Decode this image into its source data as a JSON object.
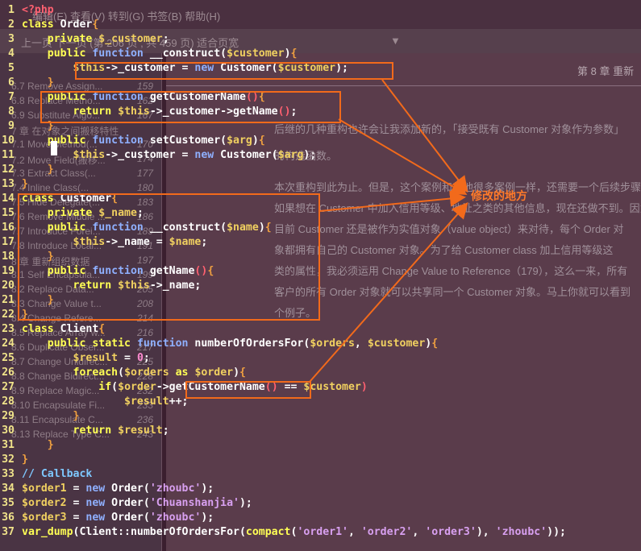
{
  "background_viewer": {
    "menu": "编辑(E)  查看(V)  转到(G)  书签(B)  帮助(H)",
    "toolbar": "上一页  下一页    (第 206 页 , 共 459 页)    适合页宽",
    "chapter_header": "第 8 章  重新",
    "sidebar_items": [
      {
        "label": "6.7 Remove Assign...",
        "page": "159"
      },
      {
        "label": "6.8 Replace Metho...",
        "page": "162"
      },
      {
        "label": "6.9 Substitute Algo...",
        "page": "167"
      },
      {
        "label": "7 章 在对象之间搬移特性",
        "page": ""
      },
      {
        "label": "7.1 Move Method(...",
        "page": "170"
      },
      {
        "label": "7.2 Move Field(搬移...",
        "page": "174"
      },
      {
        "label": "7.3 Extract Class(...",
        "page": "177"
      },
      {
        "label": "7.4 Inline Class(...",
        "page": "180"
      },
      {
        "label": "7.5 Hide Delegate(...",
        "page": "183"
      },
      {
        "label": "7.6 Remove Middle ...",
        "page": "186"
      },
      {
        "label": "7.7 Introduce Forei...",
        "page": "189"
      },
      {
        "label": "7.8 Introduce Local...",
        "page": "191"
      },
      {
        "label": "8 章 重新组织数据",
        "page": "197"
      },
      {
        "label": "8.1 Self Encapsula...",
        "page": "199"
      },
      {
        "label": "8.2 Replace Data...",
        "page": "205"
      },
      {
        "label": "8.3 Change Value t...",
        "page": "208"
      },
      {
        "label": "8.4 Change Refere...",
        "page": "214"
      },
      {
        "label": "8.5 Replace Array w...",
        "page": "216"
      },
      {
        "label": "8.6 Duplicate Obser...",
        "page": "217"
      },
      {
        "label": "8.7 Change Unidirec...",
        "page": "225"
      },
      {
        "label": "8.8 Change Bidirect...",
        "page": "228"
      },
      {
        "label": "8.9 Replace Magic...",
        "page": "232"
      },
      {
        "label": "8.10 Encapsulate Fi...",
        "page": "233"
      },
      {
        "label": "8.11 Encapsulate C...",
        "page": "236"
      },
      {
        "label": "8.13 Replace Type C...",
        "page": "243"
      }
    ],
    "page_lines": [
      "后继的几种重构也许会让我添加新的，「接受既有 Customer 对象作为参数」",
      "的构造函数。",
      "本次重构到此为止。但是，这个案例和其他很多案例一样，还需要一个后续步骤。",
      "如果想在 Customer 中加入信用等级、地址之类的其他信息，现在还做不到。因为",
      "目前 Customer 还是被作为实值对象（value object）来对待，每个 Order 对",
      "象都拥有自己的 Customer 对象。为了给 Customer class 加上信用等级这",
      "类的属性，我必须运用 Change Value to Reference（179），这么一来，所有",
      "客户的所有 Order 对象就可以共享同一个 Customer 对象。马上你就可以看到",
      "个例子。"
    ]
  },
  "annotation": {
    "label": "修改的地方",
    "color": "#f26a1b"
  },
  "code_lines": [
    {
      "n": "1",
      "tokens": [
        [
          "o",
          "<?php"
        ]
      ]
    },
    {
      "n": "2",
      "tokens": [
        [
          "k",
          "class"
        ],
        [
          "t",
          " Order"
        ],
        [
          "b",
          "{"
        ]
      ]
    },
    {
      "n": "3",
      "tokens": [
        [
          "t",
          "    "
        ],
        [
          "k",
          "private"
        ],
        [
          "t",
          " "
        ],
        [
          "v",
          "$_customer"
        ],
        [
          "t",
          ";"
        ]
      ]
    },
    {
      "n": "4",
      "tokens": [
        [
          "t",
          "    "
        ],
        [
          "k",
          "public"
        ],
        [
          "t",
          " "
        ],
        [
          "fn",
          "function"
        ],
        [
          "t",
          " __construct("
        ],
        [
          "v",
          "$customer"
        ],
        [
          "t",
          ")"
        ],
        [
          "b",
          "{"
        ]
      ]
    },
    {
      "n": "5",
      "tokens": [
        [
          "t",
          "        "
        ],
        [
          "v",
          "$this"
        ],
        [
          "t",
          "->_customer = "
        ],
        [
          "fn",
          "new"
        ],
        [
          "t",
          " Customer("
        ],
        [
          "v",
          "$customer"
        ],
        [
          "t",
          ");"
        ]
      ]
    },
    {
      "n": "6",
      "tokens": [
        [
          "t",
          "    "
        ],
        [
          "b",
          "}"
        ]
      ]
    },
    {
      "n": "7",
      "tokens": [
        [
          "t",
          "    "
        ],
        [
          "k",
          "public"
        ],
        [
          "t",
          " "
        ],
        [
          "fn",
          "function"
        ],
        [
          "t",
          " getCustomerName"
        ],
        [
          "o",
          "()"
        ],
        [
          "b",
          "{"
        ]
      ]
    },
    {
      "n": "8",
      "tokens": [
        [
          "t",
          "        "
        ],
        [
          "k",
          "return"
        ],
        [
          "t",
          " "
        ],
        [
          "v",
          "$this"
        ],
        [
          "t",
          "->_customer->getName"
        ],
        [
          "o",
          "()"
        ],
        [
          "t",
          ";"
        ]
      ]
    },
    {
      "n": "9",
      "tokens": [
        [
          "t",
          "    "
        ],
        [
          "b",
          "}"
        ]
      ]
    },
    {
      "n": "10",
      "tokens": [
        [
          "t",
          "    "
        ],
        [
          "k",
          "public"
        ],
        [
          "t",
          " "
        ],
        [
          "fn",
          "function"
        ],
        [
          "t",
          " setCustomer("
        ],
        [
          "v",
          "$arg"
        ],
        [
          "t",
          ")"
        ],
        [
          "b",
          "{"
        ]
      ]
    },
    {
      "n": "11",
      "tokens": [
        [
          "t",
          "        "
        ],
        [
          "v",
          "$this"
        ],
        [
          "t",
          "->_customer = "
        ],
        [
          "fn",
          "new"
        ],
        [
          "t",
          " Customer("
        ],
        [
          "v",
          "$arg"
        ],
        [
          "t",
          ");"
        ]
      ]
    },
    {
      "n": "12",
      "tokens": [
        [
          "t",
          "    "
        ],
        [
          "b",
          "}"
        ]
      ]
    },
    {
      "n": "13",
      "tokens": [
        [
          "b",
          "}"
        ]
      ]
    },
    {
      "n": "14",
      "tokens": [
        [
          "k",
          "class"
        ],
        [
          "t",
          " Customer"
        ],
        [
          "b",
          "{"
        ]
      ]
    },
    {
      "n": "15",
      "tokens": [
        [
          "t",
          "    "
        ],
        [
          "k",
          "private"
        ],
        [
          "t",
          " "
        ],
        [
          "v",
          "$_name"
        ],
        [
          "t",
          ";"
        ]
      ]
    },
    {
      "n": "16",
      "tokens": [
        [
          "t",
          "    "
        ],
        [
          "k",
          "public"
        ],
        [
          "t",
          " "
        ],
        [
          "fn",
          "function"
        ],
        [
          "t",
          " __construct("
        ],
        [
          "v",
          "$name"
        ],
        [
          "t",
          ")"
        ],
        [
          "b",
          "{"
        ]
      ]
    },
    {
      "n": "17",
      "tokens": [
        [
          "t",
          "        "
        ],
        [
          "v",
          "$this"
        ],
        [
          "t",
          "->_name = "
        ],
        [
          "v",
          "$name"
        ],
        [
          "t",
          ";"
        ]
      ]
    },
    {
      "n": "18",
      "tokens": [
        [
          "t",
          "    "
        ],
        [
          "b",
          "}"
        ]
      ]
    },
    {
      "n": "19",
      "tokens": [
        [
          "t",
          "    "
        ],
        [
          "k",
          "public"
        ],
        [
          "t",
          " "
        ],
        [
          "fn",
          "function"
        ],
        [
          "t",
          " getName"
        ],
        [
          "o",
          "()"
        ],
        [
          "b",
          "{"
        ]
      ]
    },
    {
      "n": "20",
      "tokens": [
        [
          "t",
          "        "
        ],
        [
          "k",
          "return"
        ],
        [
          "t",
          " "
        ],
        [
          "v",
          "$this"
        ],
        [
          "t",
          "->_name;"
        ]
      ]
    },
    {
      "n": "21",
      "tokens": [
        [
          "t",
          "    "
        ],
        [
          "b",
          "}"
        ]
      ]
    },
    {
      "n": "22",
      "tokens": [
        [
          "b",
          "}"
        ]
      ]
    },
    {
      "n": "23",
      "tokens": [
        [
          "k",
          "class"
        ],
        [
          "t",
          " Client"
        ],
        [
          "b",
          "{"
        ]
      ]
    },
    {
      "n": "24",
      "tokens": [
        [
          "t",
          "    "
        ],
        [
          "k",
          "public"
        ],
        [
          "t",
          " "
        ],
        [
          "k",
          "static"
        ],
        [
          "t",
          " "
        ],
        [
          "fn",
          "function"
        ],
        [
          "t",
          " numberOfOrdersFor("
        ],
        [
          "v",
          "$orders"
        ],
        [
          "t",
          ", "
        ],
        [
          "v",
          "$customer"
        ],
        [
          "t",
          ")"
        ],
        [
          "b",
          "{"
        ]
      ]
    },
    {
      "n": "25",
      "tokens": [
        [
          "t",
          "        "
        ],
        [
          "v",
          "$result"
        ],
        [
          "t",
          " = "
        ],
        [
          "n",
          "0"
        ],
        [
          "t",
          ";"
        ]
      ]
    },
    {
      "n": "26",
      "tokens": [
        [
          "t",
          "        "
        ],
        [
          "k",
          "foreach"
        ],
        [
          "t",
          "("
        ],
        [
          "v",
          "$orders"
        ],
        [
          "t",
          " "
        ],
        [
          "k",
          "as"
        ],
        [
          "t",
          " "
        ],
        [
          "v",
          "$order"
        ],
        [
          "t",
          ")"
        ],
        [
          "b",
          "{"
        ]
      ]
    },
    {
      "n": "27",
      "tokens": [
        [
          "t",
          "            "
        ],
        [
          "k",
          "if"
        ],
        [
          "t",
          "("
        ],
        [
          "v",
          "$order"
        ],
        [
          "t",
          "->getCustomerName"
        ],
        [
          "o",
          "()"
        ],
        [
          "t",
          " == "
        ],
        [
          "v",
          "$customer"
        ],
        [
          "o",
          ")"
        ]
      ]
    },
    {
      "n": "28",
      "tokens": [
        [
          "t",
          "                "
        ],
        [
          "v",
          "$result"
        ],
        [
          "t",
          "++;"
        ]
      ]
    },
    {
      "n": "29",
      "tokens": [
        [
          "t",
          "        "
        ],
        [
          "b",
          "}"
        ]
      ]
    },
    {
      "n": "30",
      "tokens": [
        [
          "t",
          "        "
        ],
        [
          "k",
          "return"
        ],
        [
          "t",
          " "
        ],
        [
          "v",
          "$result"
        ],
        [
          "t",
          ";"
        ]
      ]
    },
    {
      "n": "31",
      "tokens": [
        [
          "t",
          "    "
        ],
        [
          "b",
          "}"
        ]
      ]
    },
    {
      "n": "32",
      "tokens": [
        [
          "b",
          "}"
        ]
      ]
    },
    {
      "n": "33",
      "tokens": [
        [
          "c",
          "// Callback"
        ]
      ]
    },
    {
      "n": "34",
      "tokens": [
        [
          "v",
          "$order1"
        ],
        [
          "t",
          " = "
        ],
        [
          "fn",
          "new"
        ],
        [
          "t",
          " Order("
        ],
        [
          "s",
          "'zhoubc'"
        ],
        [
          "t",
          ");"
        ]
      ]
    },
    {
      "n": "35",
      "tokens": [
        [
          "v",
          "$order2"
        ],
        [
          "t",
          " = "
        ],
        [
          "fn",
          "new"
        ],
        [
          "t",
          " Order("
        ],
        [
          "s",
          "'Chuanshanjia'"
        ],
        [
          "t",
          ");"
        ]
      ]
    },
    {
      "n": "36",
      "tokens": [
        [
          "v",
          "$order3"
        ],
        [
          "t",
          " = "
        ],
        [
          "fn",
          "new"
        ],
        [
          "t",
          " Order("
        ],
        [
          "s",
          "'zhoubc'"
        ],
        [
          "t",
          ");"
        ]
      ]
    },
    {
      "n": "37",
      "tokens": [
        [
          "k",
          "var_dump"
        ],
        [
          "t",
          "(Client::numberOfOrdersFor("
        ],
        [
          "k",
          "compact"
        ],
        [
          "t",
          "("
        ],
        [
          "s",
          "'order1'"
        ],
        [
          "t",
          ", "
        ],
        [
          "s",
          "'order2'"
        ],
        [
          "t",
          ", "
        ],
        [
          "s",
          "'order3'"
        ],
        [
          "t",
          "), "
        ],
        [
          "s",
          "'zhoubc'"
        ],
        [
          "t",
          "));"
        ]
      ]
    }
  ]
}
